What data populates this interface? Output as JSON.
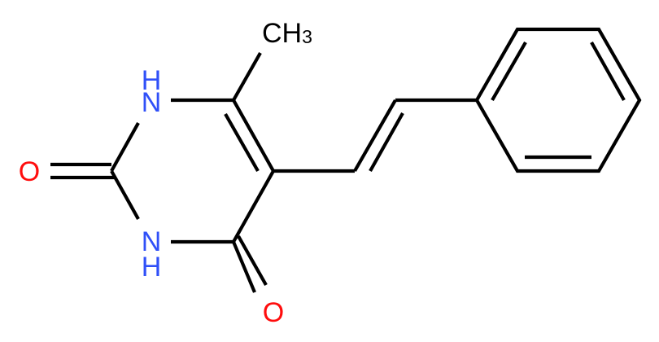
{
  "molecule": {
    "atoms": {
      "n1": {
        "element": "N",
        "hydrogen": "H"
      },
      "n3": {
        "element": "N",
        "hydrogen": "H"
      },
      "o2": {
        "element": "O"
      },
      "o4": {
        "element": "O"
      },
      "methyl": {
        "main": "CH",
        "sub": "3"
      }
    },
    "colors": {
      "nitrogen": "#3050F8",
      "oxygen": "#FF0D0D",
      "carbon": "#000000",
      "bond": "#000000"
    }
  }
}
